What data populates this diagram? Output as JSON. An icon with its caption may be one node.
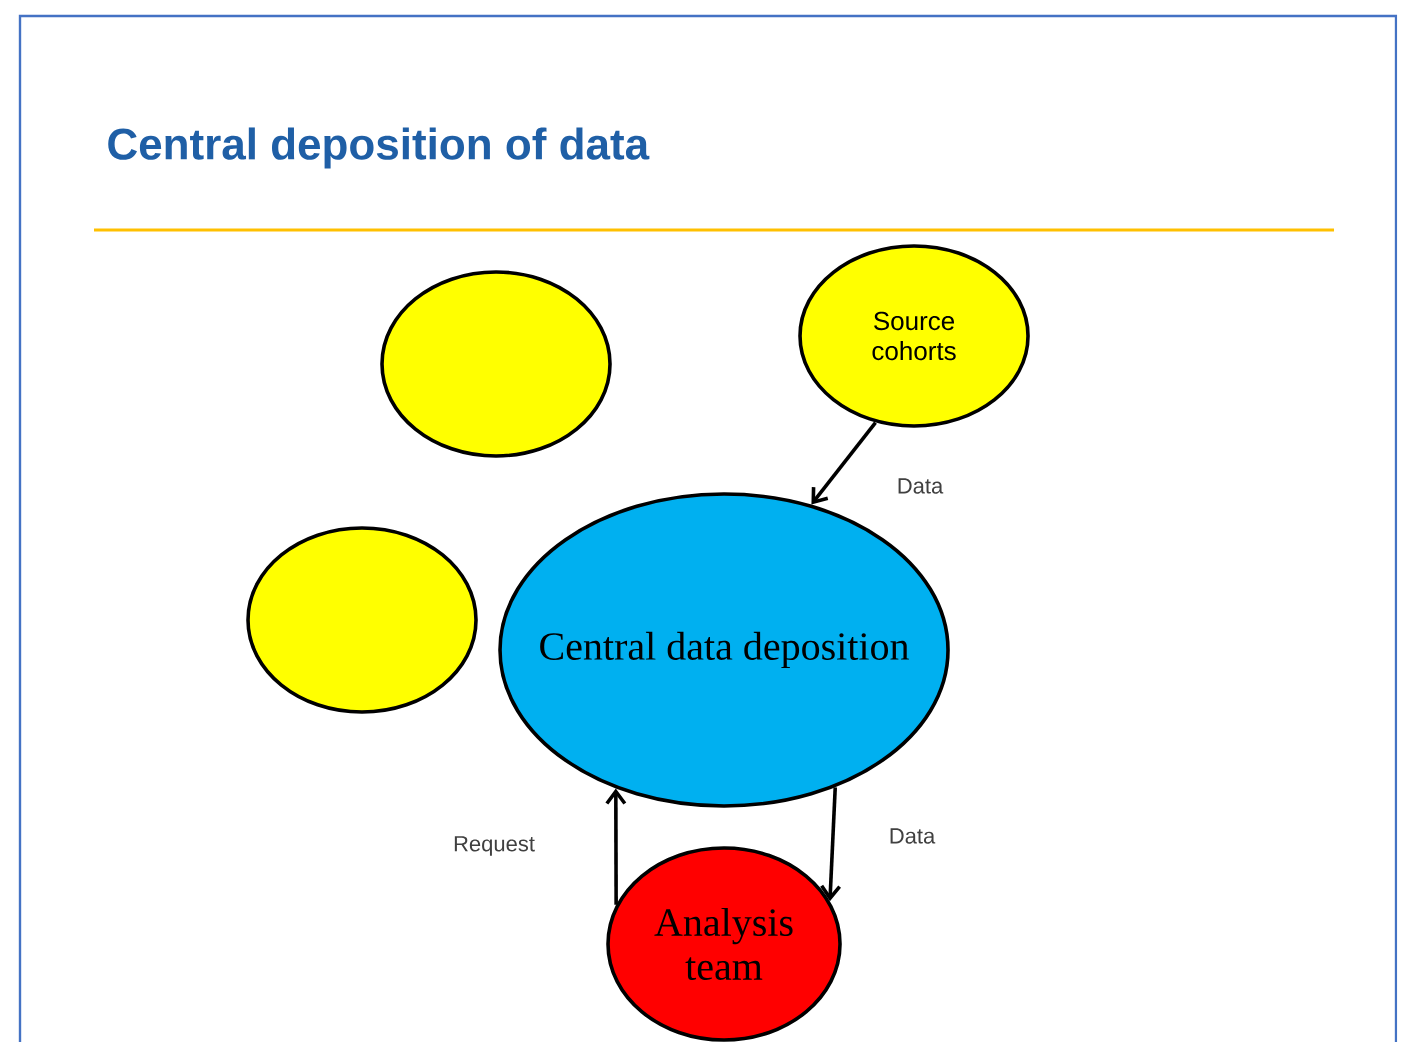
{
  "diagram": {
    "title": "Central deposition of data",
    "nodes": [
      {
        "text": [],
        "shape": "circle"
      },
      {
        "text": [
          "Source cohorts"
        ]
      },
      {
        "text": [],
        "shape": "circle"
      },
      {
        "text": [
          "Central data deposition"
        ]
      },
      {
        "text": [
          "Analysis team"
        ]
      }
    ],
    "edges": [
      {
        "from": 1,
        "to": 3,
        "arrow": "to",
        "label": "Data"
      },
      {
        "from": 4,
        "to": 3,
        "arrow": "to",
        "label": "Request"
      },
      {
        "from": 3,
        "to": 4,
        "arrow": "to",
        "label": "Data"
      }
    ]
  }
}
